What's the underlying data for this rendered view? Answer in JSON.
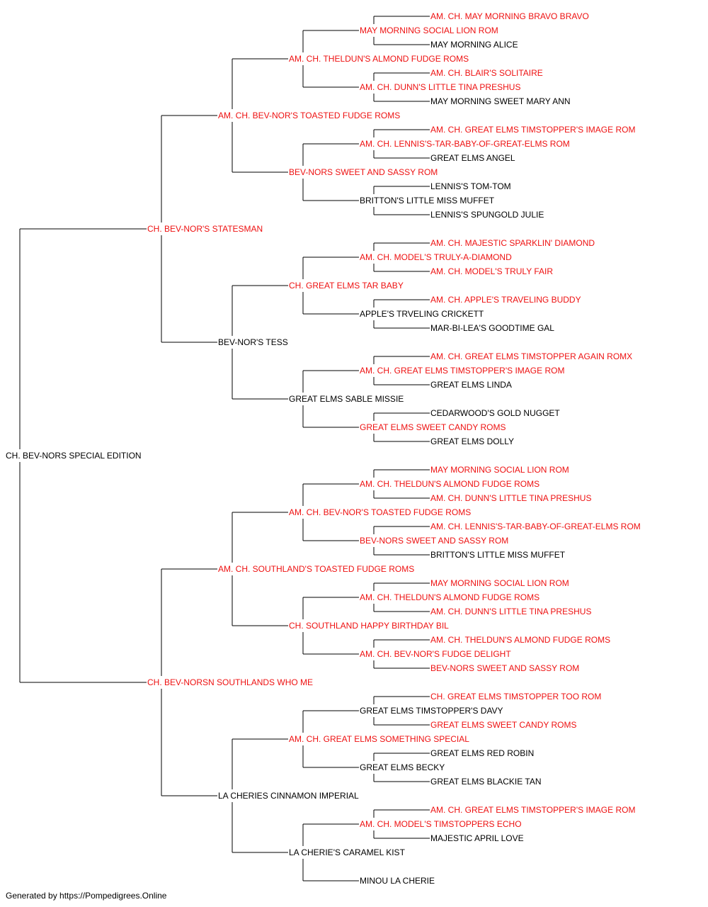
{
  "colors": {
    "title": "#ee1111",
    "plain": "#000000",
    "line": "#000000"
  },
  "subject": {
    "name": "CH. BEV-NORS SPECIAL EDITION",
    "titled": false
  },
  "footer": "Generated by https://Pompedigrees.Online",
  "pedigree": {
    "name": "CH. BEV-NORS SPECIAL EDITION",
    "titled": false,
    "sire": {
      "name": "CH. BEV-NOR'S STATESMAN",
      "titled": true,
      "sire": {
        "name": "AM. CH. BEV-NOR'S TOASTED FUDGE ROMS",
        "titled": true,
        "sire": {
          "name": "AM. CH. THELDUN'S ALMOND FUDGE ROMS",
          "titled": true,
          "sire": {
            "name": "MAY MORNING SOCIAL LION ROM",
            "titled": true,
            "sire": {
              "name": "AM. CH. MAY MORNING BRAVO BRAVO",
              "titled": true
            },
            "dam": {
              "name": "MAY MORNING ALICE",
              "titled": false
            }
          },
          "dam": {
            "name": "AM. CH. DUNN'S LITTLE TINA PRESHUS",
            "titled": true,
            "sire": {
              "name": "AM. CH. BLAIR'S SOLITAIRE",
              "titled": true
            },
            "dam": {
              "name": "MAY MORNING SWEET MARY ANN",
              "titled": false
            }
          }
        },
        "dam": {
          "name": "BEV-NORS SWEET AND SASSY ROM",
          "titled": true,
          "sire": {
            "name": "AM. CH. LENNIS'S-TAR-BABY-OF-GREAT-ELMS ROM",
            "titled": true,
            "sire": {
              "name": "AM. CH. GREAT ELMS TIMSTOPPER'S IMAGE ROM",
              "titled": true
            },
            "dam": {
              "name": "GREAT ELMS ANGEL",
              "titled": false
            }
          },
          "dam": {
            "name": "BRITTON'S LITTLE MISS MUFFET",
            "titled": false,
            "sire": {
              "name": "LENNIS'S TOM-TOM",
              "titled": false
            },
            "dam": {
              "name": "LENNIS'S SPUNGOLD JULIE",
              "titled": false
            }
          }
        }
      },
      "dam": {
        "name": "BEV-NOR'S TESS",
        "titled": false,
        "sire": {
          "name": "CH. GREAT ELMS TAR BABY",
          "titled": true,
          "sire": {
            "name": "AM. CH. MODEL'S TRULY-A-DIAMOND",
            "titled": true,
            "sire": {
              "name": "AM. CH. MAJESTIC SPARKLIN' DIAMOND",
              "titled": true
            },
            "dam": {
              "name": "AM. CH. MODEL'S TRULY FAIR",
              "titled": true
            }
          },
          "dam": {
            "name": "APPLE'S TRVELING CRICKETT",
            "titled": false,
            "sire": {
              "name": "AM. CH. APPLE'S TRAVELING BUDDY",
              "titled": true
            },
            "dam": {
              "name": "MAR-BI-LEA'S GOODTIME GAL",
              "titled": false
            }
          }
        },
        "dam": {
          "name": "GREAT ELMS SABLE MISSIE",
          "titled": false,
          "sire": {
            "name": "AM. CH. GREAT ELMS TIMSTOPPER'S IMAGE ROM",
            "titled": true,
            "sire": {
              "name": "AM. CH. GREAT ELMS TIMSTOPPER AGAIN ROMX",
              "titled": true
            },
            "dam": {
              "name": "GREAT ELMS LINDA",
              "titled": false
            }
          },
          "dam": {
            "name": "GREAT ELMS SWEET CANDY ROMS",
            "titled": true,
            "sire": {
              "name": "CEDARWOOD'S GOLD NUGGET",
              "titled": false
            },
            "dam": {
              "name": "GREAT ELMS DOLLY",
              "titled": false
            }
          }
        }
      }
    },
    "dam": {
      "name": "CH. BEV-NORSN SOUTHLANDS WHO ME",
      "titled": true,
      "sire": {
        "name": "AM. CH. SOUTHLAND'S TOASTED FUDGE ROMS",
        "titled": true,
        "sire": {
          "name": "AM. CH. BEV-NOR'S TOASTED FUDGE ROMS",
          "titled": true,
          "sire": {
            "name": "AM. CH. THELDUN'S ALMOND FUDGE ROMS",
            "titled": true,
            "sire": {
              "name": "MAY MORNING SOCIAL LION ROM",
              "titled": true
            },
            "dam": {
              "name": "AM. CH. DUNN'S LITTLE TINA PRESHUS",
              "titled": true
            }
          },
          "dam": {
            "name": "BEV-NORS SWEET AND SASSY ROM",
            "titled": true,
            "sire": {
              "name": "AM. CH. LENNIS'S-TAR-BABY-OF-GREAT-ELMS ROM",
              "titled": true
            },
            "dam": {
              "name": "BRITTON'S LITTLE MISS MUFFET",
              "titled": false
            }
          }
        },
        "dam": {
          "name": "CH. SOUTHLAND HAPPY BIRTHDAY BIL",
          "titled": true,
          "sire": {
            "name": "AM. CH. THELDUN'S ALMOND FUDGE ROMS",
            "titled": true,
            "sire": {
              "name": "MAY MORNING SOCIAL LION ROM",
              "titled": true
            },
            "dam": {
              "name": "AM. CH. DUNN'S LITTLE TINA PRESHUS",
              "titled": true
            }
          },
          "dam": {
            "name": "AM. CH. BEV-NOR'S FUDGE DELIGHT",
            "titled": true,
            "sire": {
              "name": "AM. CH. THELDUN'S ALMOND FUDGE ROMS",
              "titled": true
            },
            "dam": {
              "name": "BEV-NORS SWEET AND SASSY ROM",
              "titled": true
            }
          }
        }
      },
      "dam": {
        "name": "LA CHERIES CINNAMON IMPERIAL",
        "titled": false,
        "sire": {
          "name": "AM. CH. GREAT ELMS SOMETHING SPECIAL",
          "titled": true,
          "sire": {
            "name": "GREAT ELMS TIMSTOPPER'S DAVY",
            "titled": false,
            "sire": {
              "name": "CH. GREAT ELMS TIMSTOPPER TOO ROM",
              "titled": true
            },
            "dam": {
              "name": "GREAT ELMS SWEET CANDY ROMS",
              "titled": true
            }
          },
          "dam": {
            "name": "GREAT ELMS BECKY",
            "titled": false,
            "sire": {
              "name": "GREAT ELMS RED ROBIN",
              "titled": false
            },
            "dam": {
              "name": "GREAT ELMS BLACKIE TAN",
              "titled": false
            }
          }
        },
        "dam": {
          "name": "LA CHERIE'S CARAMEL KIST",
          "titled": false,
          "sire": {
            "name": "AM. CH. MODEL'S TIMSTOPPERS ECHO",
            "titled": true,
            "sire": {
              "name": "AM. CH. GREAT ELMS TIMSTOPPER'S IMAGE ROM",
              "titled": true
            },
            "dam": {
              "name": "MAJESTIC APRIL LOVE",
              "titled": false
            }
          },
          "dam": {
            "name": "MINOU LA CHERIE",
            "titled": false
          }
        }
      }
    }
  }
}
